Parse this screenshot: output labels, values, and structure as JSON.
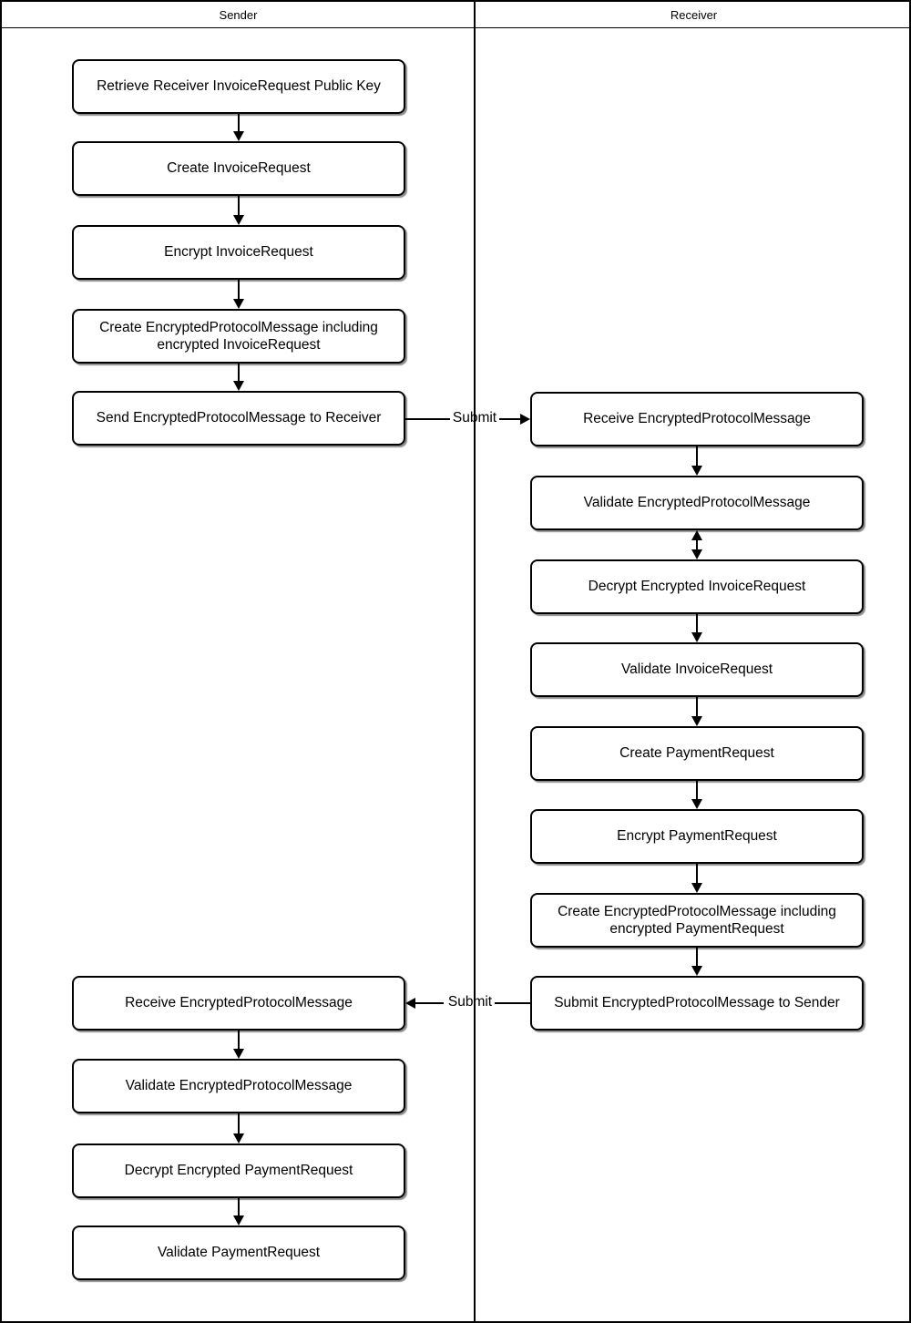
{
  "diagram": {
    "type": "swimlane-flowchart",
    "lanes": [
      {
        "title": "Sender",
        "nodes": [
          "Retrieve Receiver InvoiceRequest Public Key",
          "Create InvoiceRequest",
          "Encrypt InvoiceRequest",
          "Create EncryptedProtocolMessage including encrypted InvoiceRequest",
          "Send EncryptedProtocolMessage to Receiver",
          "Receive EncryptedProtocolMessage",
          "Validate EncryptedProtocolMessage",
          "Decrypt Encrypted PaymentRequest",
          "Validate PaymentRequest"
        ]
      },
      {
        "title": "Receiver",
        "nodes": [
          "Receive EncryptedProtocolMessage",
          "Validate EncryptedProtocolMessage",
          "Decrypt Encrypted InvoiceRequest",
          "Validate InvoiceRequest",
          "Create PaymentRequest",
          "Encrypt PaymentRequest",
          "Create EncryptedProtocolMessage including encrypted PaymentRequest",
          "Submit EncryptedProtocolMessage to Sender"
        ]
      }
    ],
    "edge_labels": [
      {
        "label": "Submit"
      },
      {
        "label": "Submit"
      }
    ],
    "colors": {
      "stroke": "#000000",
      "fill": "#ffffff",
      "text": "#000000"
    }
  }
}
